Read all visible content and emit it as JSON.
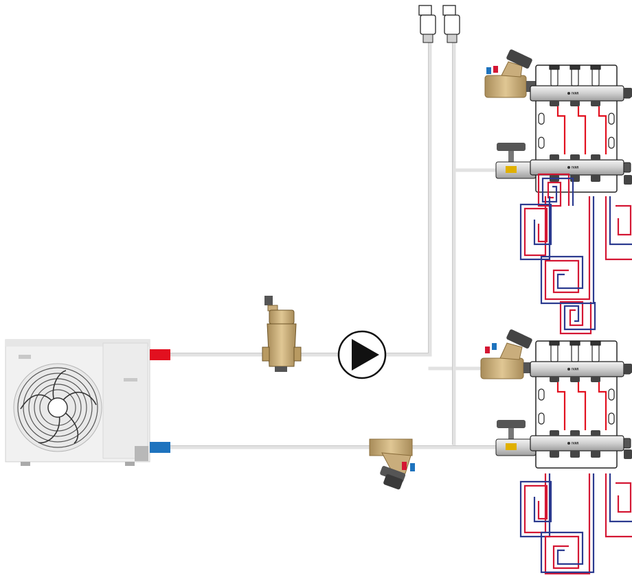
{
  "diagram": {
    "components": {
      "heat_pump": {
        "icon": "heat-pump-outdoor-unit-icon"
      },
      "dirt_separator": {
        "icon": "dirt-separator-icon"
      },
      "circulation_pump": {
        "icon": "circulation-pump-icon"
      },
      "balancing_valve_return": {
        "icon": "balancing-valve-icon"
      },
      "air_vents": {
        "icon": "automatic-air-vent-icon",
        "count": 2
      },
      "manifold_upper": {
        "icon": "underfloor-manifold-icon",
        "outlets": 3
      },
      "manifold_lower": {
        "icon": "underfloor-manifold-icon",
        "outlets": 3
      },
      "manifold_brand_label": "IVAR"
    },
    "colors": {
      "flow": "#e2101f",
      "return": "#1e73be",
      "loop_flow": "#d41633",
      "loop_return": "#2b3a8f",
      "pipe": "#e4e4e4",
      "brass": "#c9ad7c",
      "manifold_metal": "#d6d6d6",
      "handle": "#7a7a7a",
      "unit_body": "#f1f1f1"
    }
  }
}
